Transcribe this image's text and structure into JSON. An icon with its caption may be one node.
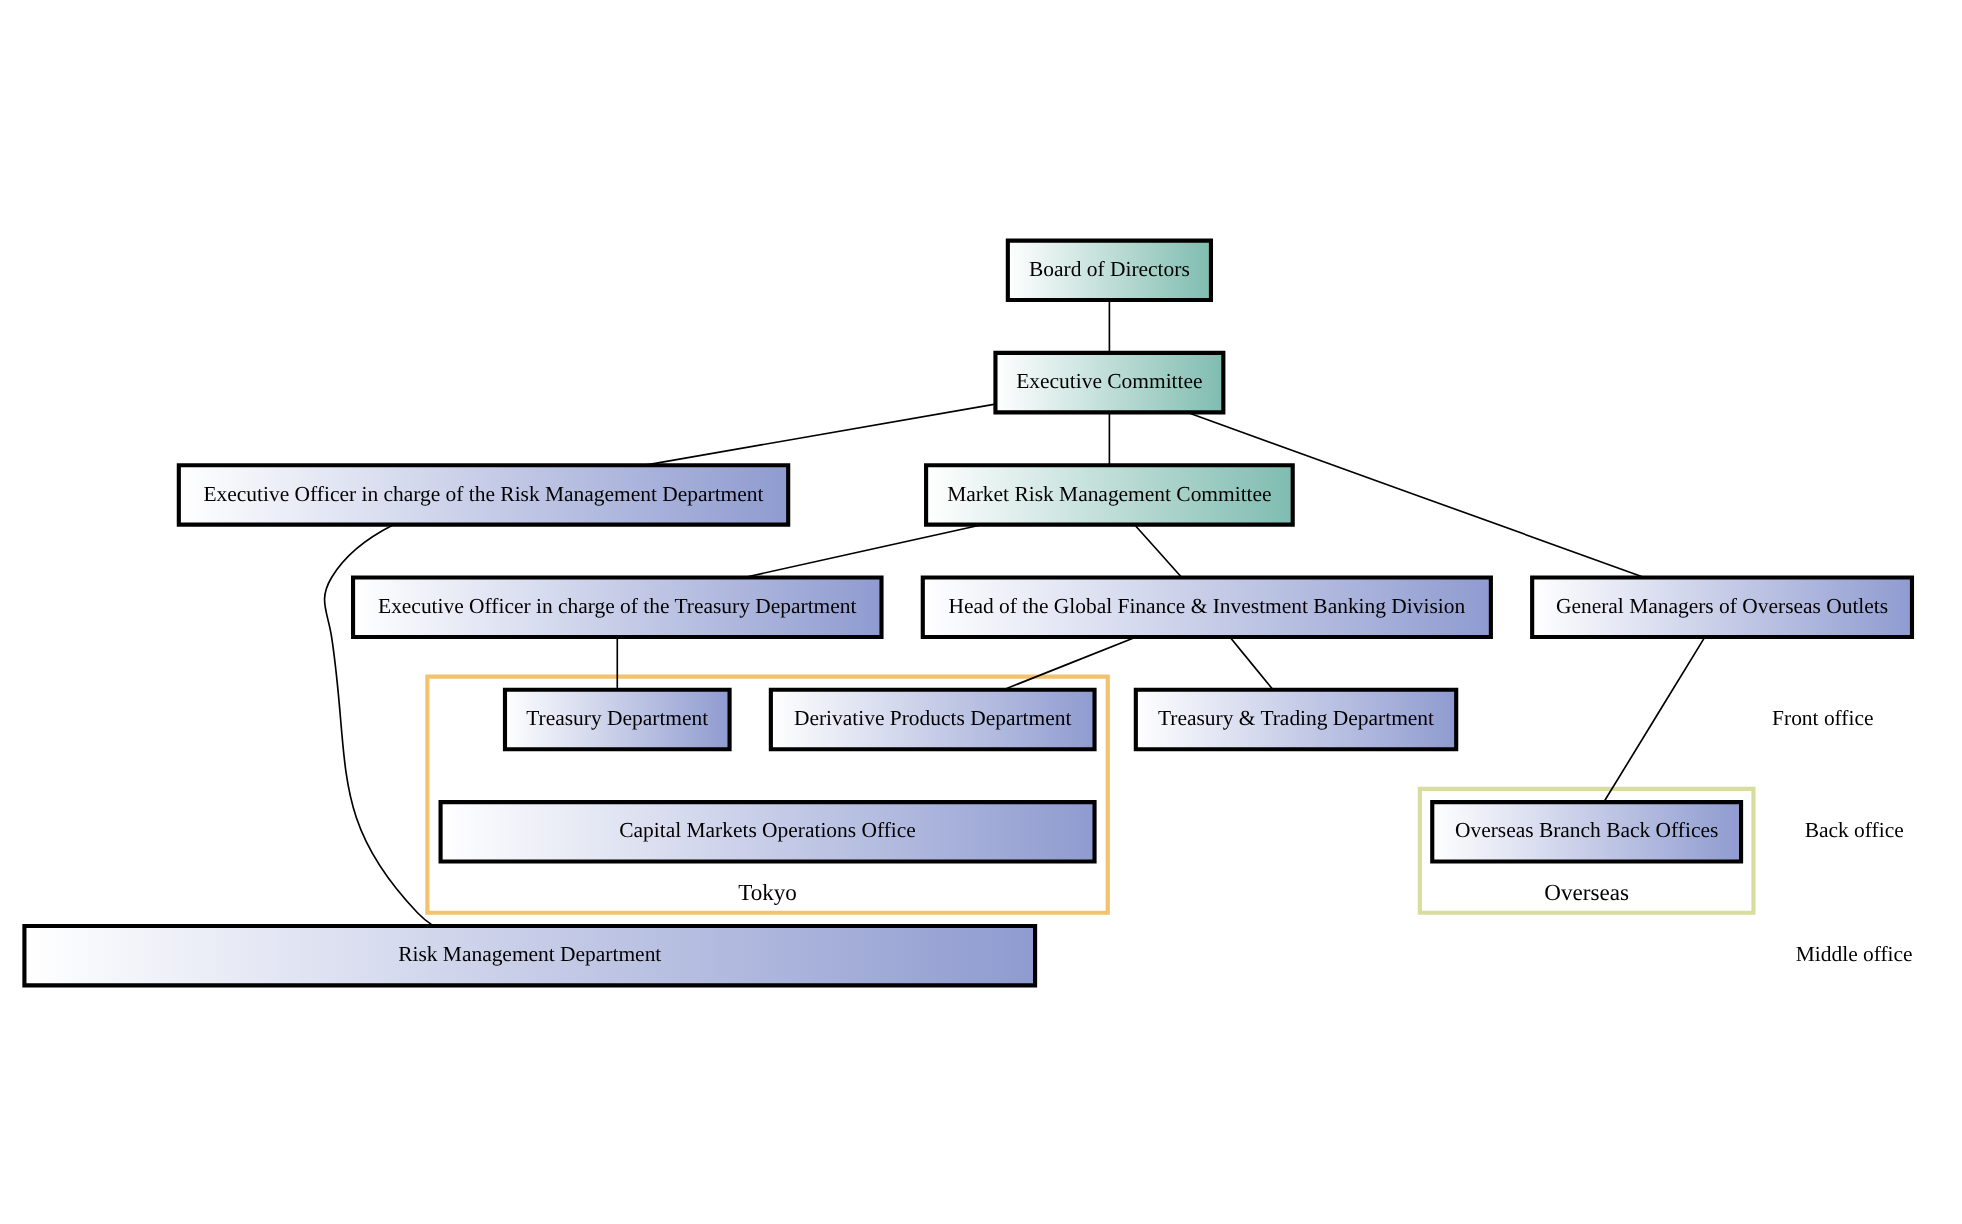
{
  "diagram": {
    "nodes": [
      {
        "text": [
          "Board of Directors"
        ]
      },
      {
        "text": [
          "Executive Committee"
        ]
      },
      {
        "text": [
          "Executive Officer in charge of the Risk Management Department"
        ]
      },
      {
        "text": [
          "Market Risk Management Committee"
        ]
      },
      {
        "text": [
          "Executive Officer in charge of the Treasury Department"
        ]
      },
      {
        "text": [
          "Head of the Global Finance & Investment Banking Division"
        ]
      },
      {
        "text": [
          "General Managers of Overseas Outlets"
        ]
      },
      {
        "text": [
          "Tokyo"
        ]
      },
      {
        "text": [
          "Overseas"
        ]
      },
      {
        "text": [
          "Treasury Department"
        ],
        "in": 7
      },
      {
        "text": [
          "Derivative Products Department"
        ],
        "in": 7
      },
      {
        "text": [
          "Treasury & Trading Department"
        ]
      },
      {
        "text": [
          "Capital Markets Operations Office"
        ],
        "in": 7
      },
      {
        "text": [
          "Overseas Branch Back Offices"
        ],
        "in": 8
      },
      {
        "text": [
          "Risk Management Department"
        ]
      }
    ],
    "edges": [
      {
        "from": 0,
        "to": 1,
        "arrow": "none"
      },
      {
        "from": 1,
        "to": 3,
        "arrow": "none"
      },
      {
        "from": 1,
        "to": 2,
        "arrow": "none"
      },
      {
        "from": 1,
        "to": 6,
        "arrow": "none"
      },
      {
        "from": 3,
        "to": 4,
        "arrow": "none"
      },
      {
        "from": 3,
        "to": 5,
        "arrow": "none"
      },
      {
        "from": 4,
        "to": 9,
        "arrow": "none"
      },
      {
        "from": 5,
        "to": 10,
        "arrow": "none"
      },
      {
        "from": 5,
        "to": 11,
        "arrow": "none"
      },
      {
        "from": 6,
        "to": 13,
        "arrow": "none"
      },
      {
        "from": 2,
        "to": 14,
        "arrow": "none"
      }
    ],
    "labels": [
      "Front office",
      "Back office",
      "Middle office"
    ]
  }
}
